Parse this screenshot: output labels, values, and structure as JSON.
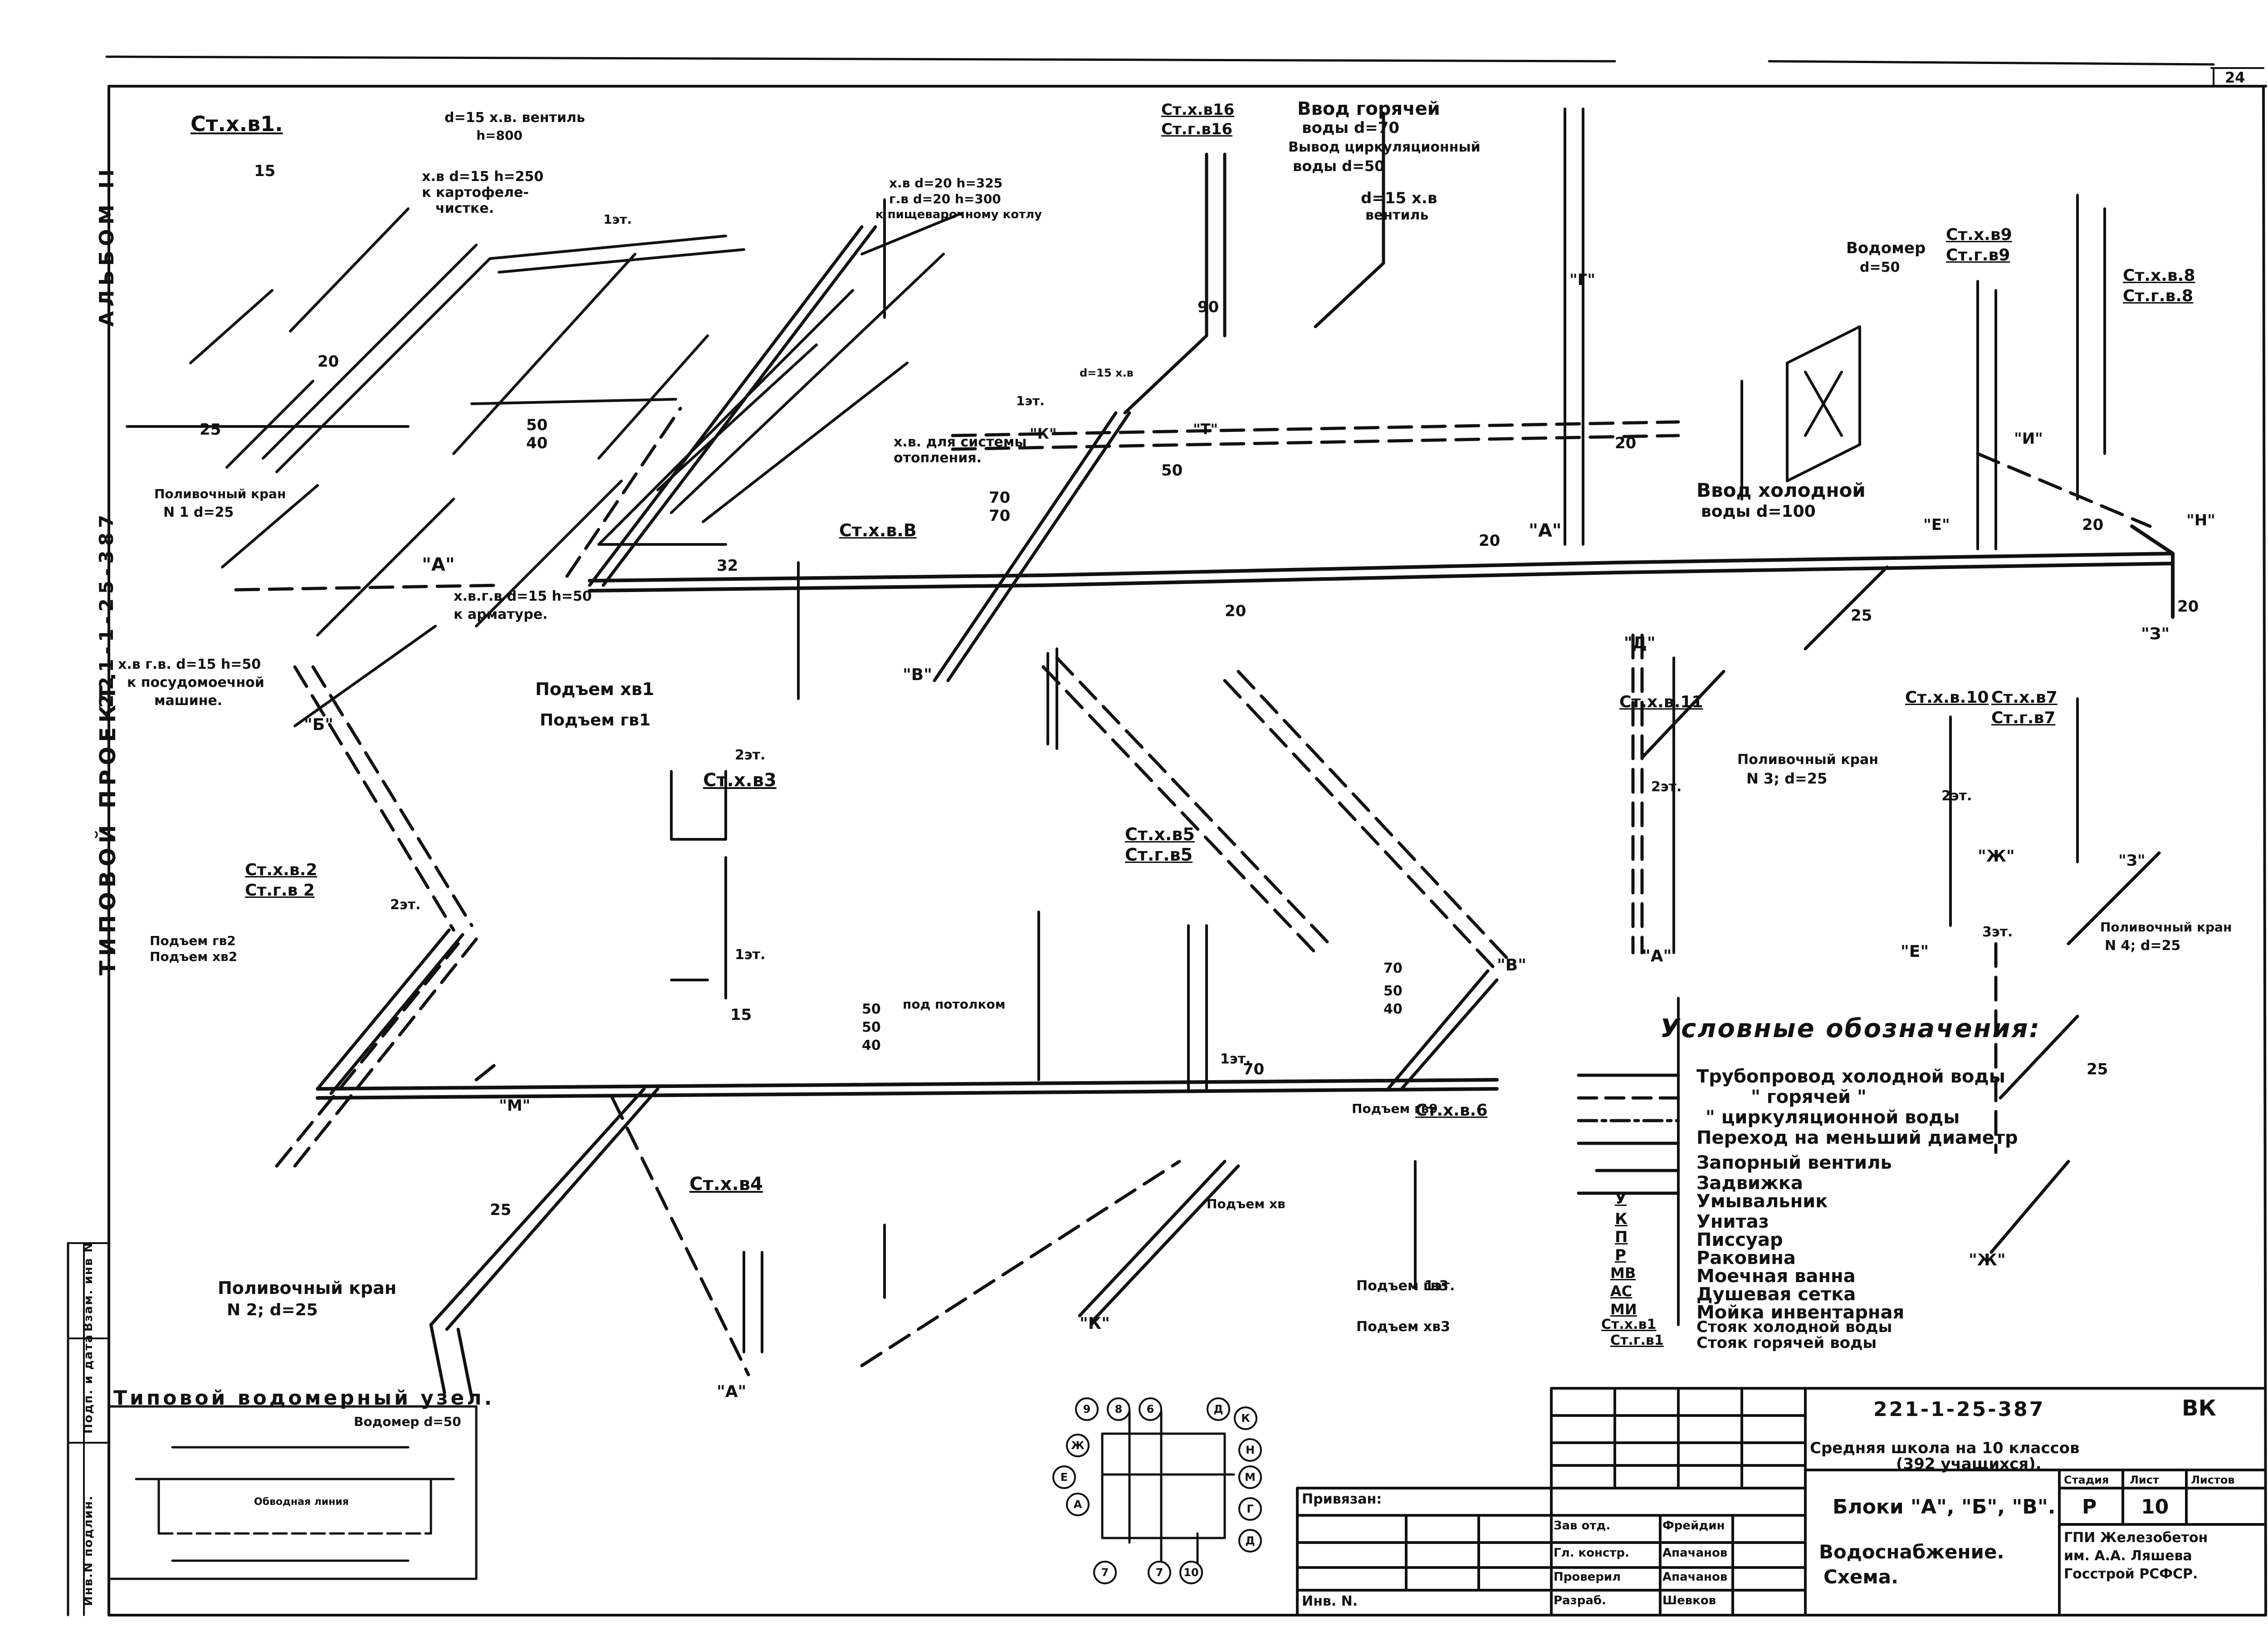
{
  "sheet": {
    "page_number": "24",
    "side_title": "ТИПОВОЙ ПРОЕКТ.",
    "side_code": "221-1-25-387",
    "side_album": "АЛЬБОМ II"
  },
  "riser_labels": {
    "st_xv1": "Ст.х.в1.",
    "st_xv2": "Ст.х.в.2",
    "st_gv2": "Ст.г.в 2",
    "st_xv3": "Ст.х.в3",
    "st_xv4": "Ст.х.в4",
    "st_xv5": "Ст.х.в5",
    "st_gv5": "Ст.г.в5",
    "st_xv6": "Ст.х.в.6",
    "st_xv8": "Ст.х.в.8",
    "st_gv8": "Ст.г.в.8",
    "st_xv9": "Ст.х.в9",
    "st_gv9": "Ст.г.в9",
    "st_xv10": "Ст.х.в.10",
    "st_xv7": "Ст.х.в7",
    "st_gv7": "Ст.г.в7",
    "st_xv11": "Ст.х.в.11",
    "st_xv16": "Ст.х.в16",
    "st_gv16": "Ст.г.в16",
    "st_xvv": "Ст.х.в.В"
  },
  "annotations": {
    "hot_water_input": "Ввод горячей",
    "hot_water_input_d": "воды d=70",
    "circ_output": "Вывод циркуляционный",
    "circ_output_d": "воды d=50",
    "cold_water_input": "Ввод холодной",
    "cold_water_input_d": "воды d=100",
    "meter": "Водомер",
    "meter_d": "d=50",
    "valve_d15_top": "d=15 х.в. вентиль",
    "valve_h": "h=800",
    "potato_peeler_1": "х.в d=15 h=250",
    "potato_peeler_2": "к картофеле-",
    "potato_peeler_3": "чистке.",
    "boiler_1": "х.в d=20 h=325",
    "boiler_2": "г.в d=20 h=300",
    "boiler_3": "к пищеварочному котлу",
    "heating": "х.в. для системы",
    "heating_2": "отопления.",
    "fittings": "х.в.г.в d=15 h=50",
    "fittings_2": "к арматуре.",
    "dishwasher_1": "х.в г.в. d=15 h=50",
    "dishwasher_2": "к посудомоечной",
    "dishwasher_3": "машине.",
    "watering_1": "Поливочный кран",
    "watering_1_d": "N 1  d=25",
    "watering_2": "Поливочный кран",
    "watering_2_d": "N 2;  d=25",
    "watering_3": "Поливочный кран",
    "watering_3_d": "N 3;  d=25",
    "watering_4": "Поливочный кран",
    "watering_4_d": "N 4;  d=25",
    "riser_xv1": "Подъем хв1",
    "riser_gv1": "Подъем гв1",
    "riser_2": "Подъем гв2",
    "riser_2b": "Подъем хв2",
    "under_ceiling": "под потолком",
    "valve_d15": "d=15 х.в",
    "valve_word": "вентиль",
    "riser_gv3": "Подъем гв3",
    "riser_xv3": "Подъем хв3",
    "riser_xv": "Подъем хв",
    "riser_gv9": "Подъем гв9",
    "meter_unit": "Типовой водомерный узел.",
    "meter_unit_sub": "Водомер d=50",
    "meter_unit_bypass": "Обводная линия",
    "d15_valve_2": "d=15 х.в",
    "d15_valve_2b": "вентиль"
  },
  "node_marks": [
    "\"A\"",
    "\"Б\"",
    "\"В\"",
    "\"Г\"",
    "\"Д\"",
    "\"Е\"",
    "\"Ж\"",
    "\"З\"",
    "\"И\"",
    "\"К\"",
    "\"М\"",
    "\"Н\"",
    "\"Т\""
  ],
  "diameters": [
    "15",
    "20",
    "25",
    "32",
    "40",
    "50",
    "70",
    "90"
  ],
  "floor_marks": [
    "1эт.",
    "2эт.",
    "3эт."
  ],
  "legend": {
    "title": "Условные обозначения:",
    "items": [
      "Трубопровод холодной воды",
      "\"  горячей  \"",
      "\"  циркуляционной воды",
      "Переход на меньший диаметр",
      "Запорный вентиль",
      "Задвижка",
      "Умывальник",
      "Унитаз",
      "Писсуар",
      "Раковина",
      "Моечная ванна",
      "Душевая сетка",
      "Мойка инвентарная",
      "Стояк холодной воды",
      "Стояк горячей воды"
    ],
    "symbols": [
      "",
      "",
      "",
      "",
      "",
      "",
      "У",
      "К",
      "П",
      "Р",
      "МВ",
      "АС",
      "МИ",
      "Ст.х.в1",
      "Ст.г.в1"
    ]
  },
  "title_block": {
    "code": "221-1-25-387",
    "section": "ВК",
    "project_1": "Средняя школа на 10 классов",
    "project_2": "(392 учащихся).",
    "blocks": "Блоки \"А\", \"Б\", \"В\".",
    "sheet_title_1": "Водоснабжение.",
    "sheet_title_2": "Схема.",
    "stage_label": "Стадия",
    "sheet_label": "Лист",
    "sheets_label": "Листов",
    "stage": "Р",
    "sheet_no": "10",
    "org_1": "ГПИ Железобетон",
    "org_2": "им. А.А. Ляшева",
    "org_3": "Госстрой РСФСР.",
    "bound": "Привязан:",
    "inv": "Инв. N.",
    "roles": [
      "Зав отд.",
      "Гл. констр.",
      "Проверил",
      "Разраб."
    ],
    "names": [
      "Фрейдин",
      "Апачанов",
      "Апачанов",
      "Шевков"
    ],
    "left_column": [
      "Инв.N подлин.",
      "Подп. и дата",
      "Взам. инв N"
    ]
  },
  "axis_circles": [
    "9",
    "8",
    "6",
    "Д",
    "К",
    "Ж",
    "Е",
    "А",
    "Н",
    "М",
    "Г",
    "Д",
    "7",
    "10"
  ]
}
